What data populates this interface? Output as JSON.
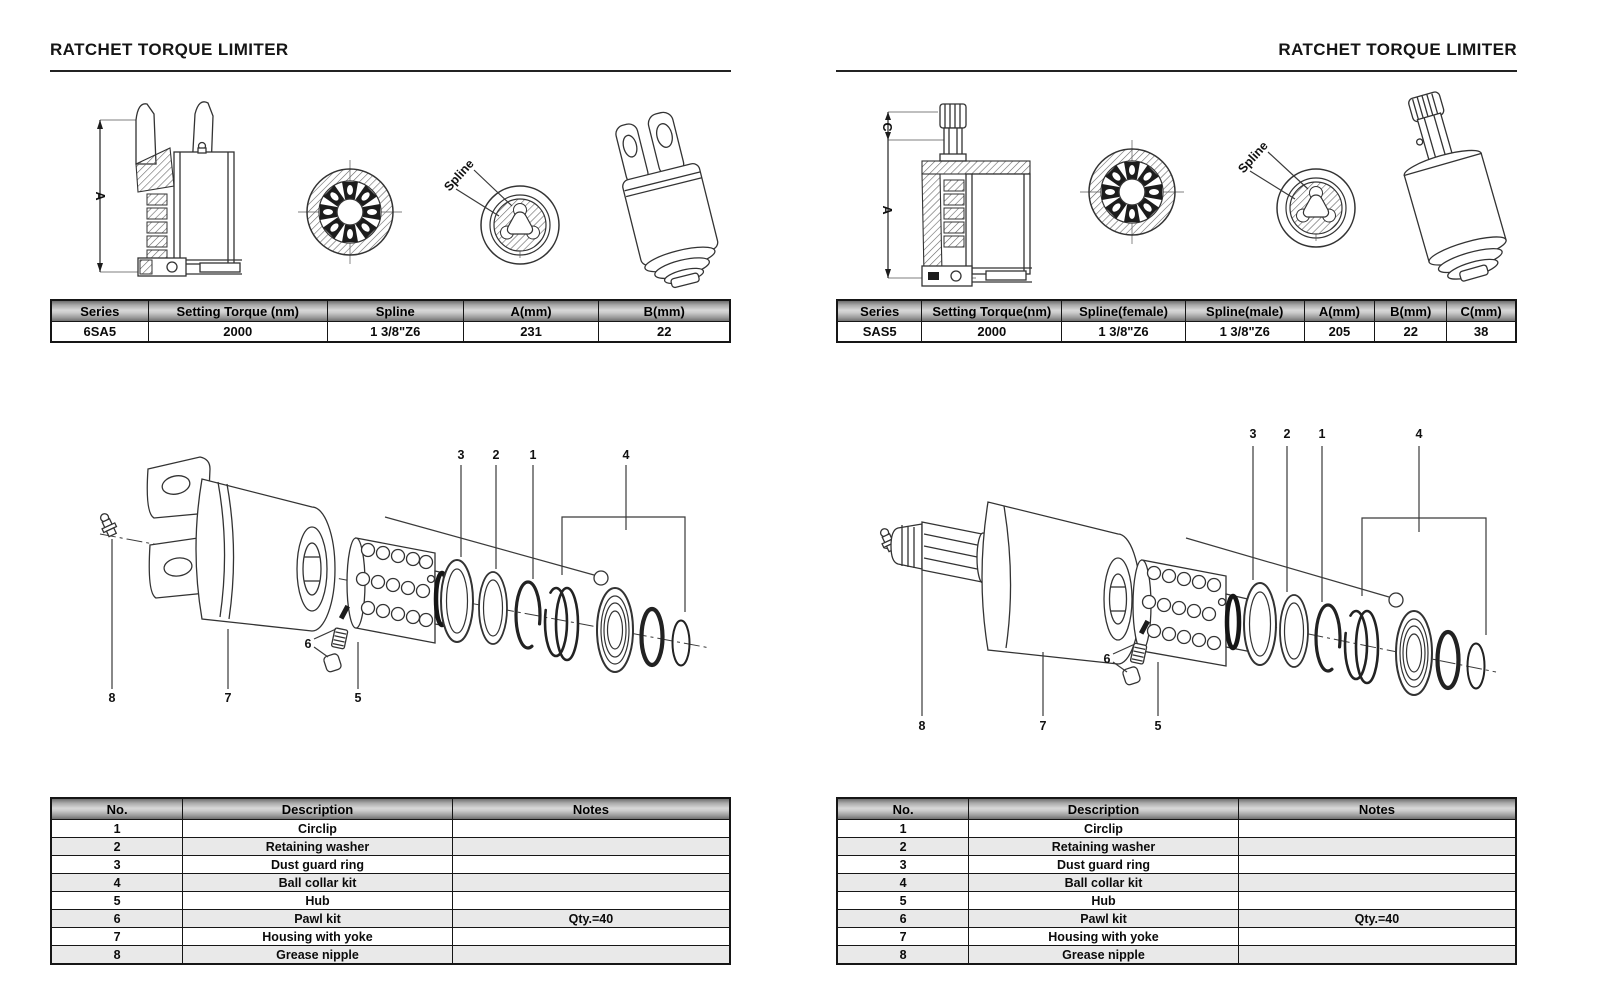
{
  "panels": [
    {
      "title": "RATCHET TORQUE LIMITER",
      "drawings": {
        "dim_a": "A",
        "spline_label": "Spline"
      },
      "spec_table": {
        "headers": [
          "Series",
          "Setting Torque (nm)",
          "Spline",
          "A(mm)",
          "B(mm)"
        ],
        "widths": [
          14.3,
          26.4,
          20,
          20,
          19.3
        ],
        "rows": [
          [
            "6SA5",
            "2000",
            "1 3/8\"Z6",
            "231",
            "22"
          ]
        ]
      },
      "exploded": {
        "callout_1": "1",
        "callout_2": "2",
        "callout_3": "3",
        "callout_4": "4",
        "callout_5": "5",
        "callout_6": "6",
        "callout_7": "7",
        "callout_8": "8"
      },
      "parts_table": {
        "headers": [
          "No.",
          "Description",
          "Notes"
        ],
        "widths": [
          19.4,
          39.7,
          40.9
        ],
        "rows": [
          [
            "1",
            "Circlip",
            ""
          ],
          [
            "2",
            "Retaining washer",
            ""
          ],
          [
            "3",
            "Dust guard ring",
            ""
          ],
          [
            "4",
            "Ball collar kit",
            ""
          ],
          [
            "5",
            "Hub",
            ""
          ],
          [
            "6",
            "Pawl kit",
            "Qty.=40"
          ],
          [
            "7",
            "Housing with yoke",
            ""
          ],
          [
            "8",
            "Grease nipple",
            ""
          ]
        ]
      }
    },
    {
      "title": "RATCHET TORQUE LIMITER",
      "drawings": {
        "dim_a": "A",
        "dim_c": "C",
        "spline_label": "Spline"
      },
      "spec_table": {
        "headers": [
          "Series",
          "Setting Torque(nm)",
          "Spline(female)",
          "Spline(male)",
          "A(mm)",
          "B(mm)",
          "C(mm)"
        ],
        "widths": [
          12.5,
          20.6,
          18.2,
          17.5,
          10.4,
          10.6,
          10.2
        ],
        "rows": [
          [
            "SAS5",
            "2000",
            "1 3/8\"Z6",
            "1 3/8\"Z6",
            "205",
            "22",
            "38"
          ]
        ]
      },
      "exploded": {
        "callout_1": "1",
        "callout_2": "2",
        "callout_3": "3",
        "callout_4": "4",
        "callout_5": "5",
        "callout_6": "6",
        "callout_7": "7",
        "callout_8": "8"
      },
      "parts_table": {
        "headers": [
          "No.",
          "Description",
          "Notes"
        ],
        "widths": [
          19.4,
          39.7,
          40.9
        ],
        "rows": [
          [
            "1",
            "Circlip",
            ""
          ],
          [
            "2",
            "Retaining washer",
            ""
          ],
          [
            "3",
            "Dust guard ring",
            ""
          ],
          [
            "4",
            "Ball collar kit",
            ""
          ],
          [
            "5",
            "Hub",
            ""
          ],
          [
            "6",
            "Pawl kit",
            "Qty.=40"
          ],
          [
            "7",
            "Housing with yoke",
            ""
          ],
          [
            "8",
            "Grease nipple",
            ""
          ]
        ]
      }
    }
  ]
}
